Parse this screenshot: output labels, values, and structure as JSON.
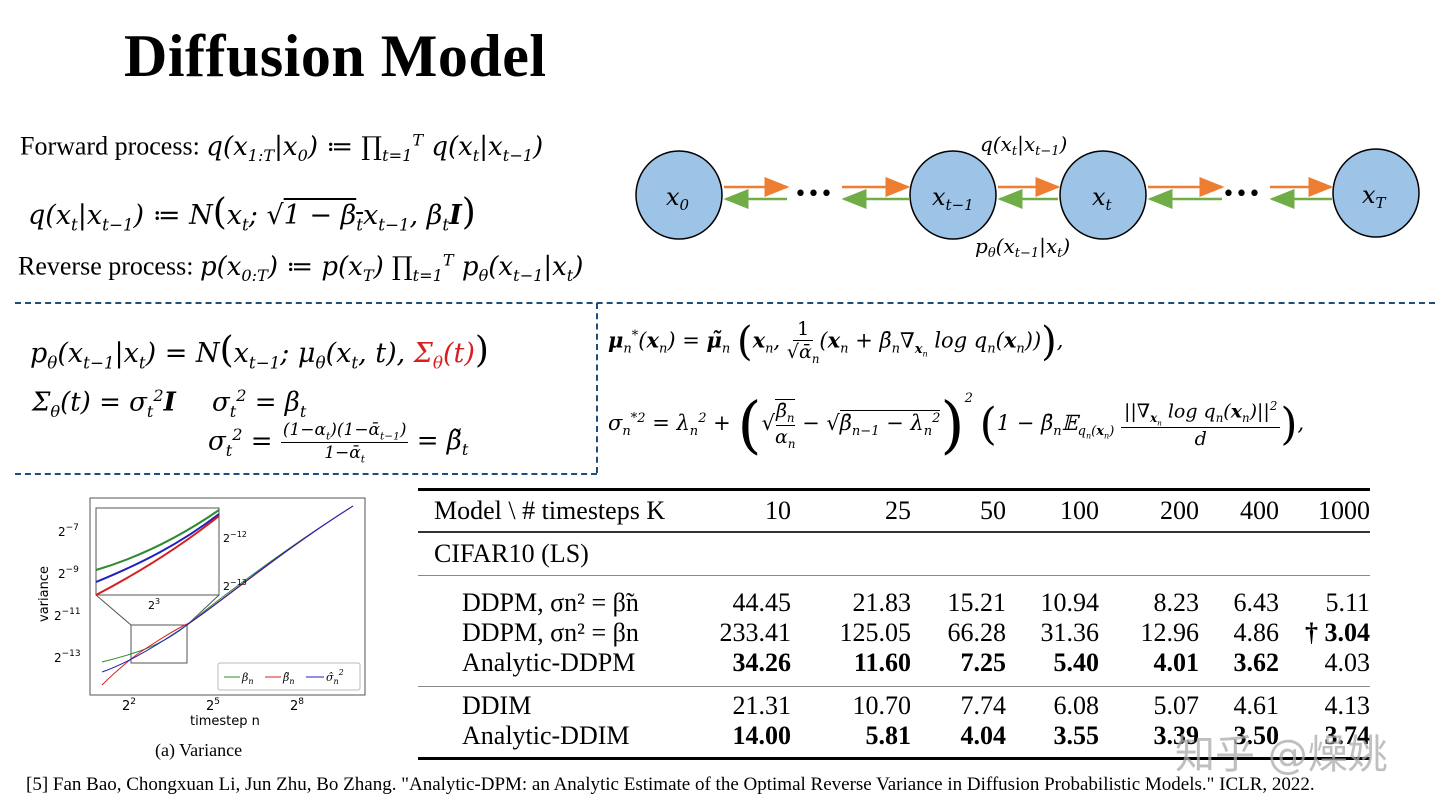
{
  "slide": {
    "title": "Diffusion Model",
    "forward": {
      "label": "Forward process:",
      "formula": "q(x1:T|x0) := ∏_{t=1}^{T} q(xt|xt−1)"
    },
    "transition": {
      "formula": "q(xt|xt−1) := N(xt; √(1−βt) xt−1, βt I)"
    },
    "reverse": {
      "label": "Reverse process:",
      "formula": "p(x0:T) := p(xT) ∏_{t=1}^{T} pθ(xt−1|xt)"
    },
    "chain_diagram": {
      "nodes": [
        "x0",
        "xt−1",
        "xt",
        "xT"
      ],
      "ellipsis": "•••",
      "forward_label": "q(xt|xt−1)",
      "reverse_label": "pθ(xt−1|xt)",
      "node_fill": "#9dc3e6",
      "forward_arrow_color": "#ed7d31",
      "reverse_arrow_color": "#70ad47"
    },
    "reverse_box": {
      "line1": "pθ(xt−1|xt) = N(xt−1; μθ(xt,t), Σθ(t))",
      "highlight": "Σθ(t)",
      "highlight_color": "#d62020",
      "line2_left": "Σθ(t) = σt² I",
      "line2_right": "σt² = βt",
      "line3": "σt² = (1−αt)(1−ᾱt−1) / (1−ᾱt) = β̃t"
    },
    "analytic_box": {
      "mu": "μn*(xn) = μ̃n( xn, 1/√ᾱn (xn + β̄n ∇xn log qn(xn)) ),",
      "sigma": "σn*² = λn² + ( √(β̄n/αn) − √(β̄n−1 − λn²) )² ( 1 − β̄n E_qn(xn) ||∇xn log qn(xn)||² / d ),"
    },
    "dash_color": "#1f4e79",
    "figure_caption": "(a) Variance",
    "table": {
      "header": [
        "Model \\ # timesteps K",
        "10",
        "25",
        "50",
        "100",
        "200",
        "400",
        "1000"
      ],
      "section": "CIFAR10 (LS)",
      "groups": [
        [
          {
            "name": "DDPM, σn² = β̃n",
            "values": [
              "44.45",
              "21.83",
              "15.21",
              "10.94",
              "8.23",
              "6.43",
              "5.11"
            ],
            "bold": []
          },
          {
            "name": "DDPM, σn² = βn",
            "values": [
              "233.41",
              "125.05",
              "66.28",
              "31.36",
              "12.96",
              "4.86",
              "3.04"
            ],
            "bold": [
              6
            ],
            "dagger_col": 6
          },
          {
            "name": "Analytic-DDPM",
            "values": [
              "34.26",
              "11.60",
              "7.25",
              "5.40",
              "4.01",
              "3.62",
              "4.03"
            ],
            "bold": [
              0,
              1,
              2,
              3,
              4,
              5
            ]
          }
        ],
        [
          {
            "name": "DDIM",
            "values": [
              "21.31",
              "10.70",
              "7.74",
              "6.08",
              "5.07",
              "4.61",
              "4.13"
            ],
            "bold": []
          },
          {
            "name": "Analytic-DDIM",
            "values": [
              "14.00",
              "5.81",
              "4.04",
              "3.55",
              "3.39",
              "3.50",
              "3.74"
            ],
            "bold": [
              0,
              1,
              2,
              3,
              4,
              5,
              6
            ]
          }
        ]
      ]
    },
    "footer": "[5] Fan Bao, Chongxuan Li, Jun Zhu, Bo Zhang. \"Analytic-DPM: an Analytic Estimate of the Optimal Reverse Variance in Diffusion Probabilistic Models.\" ICLR, 2022.",
    "watermark": "知乎 @燥姚"
  },
  "chart_data": {
    "type": "line",
    "title": "(a) Variance",
    "xlabel": "timestep n",
    "ylabel": "variance",
    "x_scale": "log2",
    "y_scale": "log2",
    "xticks": [
      "2^2",
      "2^5",
      "2^8"
    ],
    "yticks": [
      "2^-13",
      "2^-11",
      "2^-9",
      "2^-7"
    ],
    "inset": {
      "xticks": [
        "2^3"
      ],
      "yticks": [
        "2^-13",
        "2^-12"
      ]
    },
    "legend": [
      "βn",
      "β̃n",
      "σ̂n²"
    ],
    "legend_position": "lower right",
    "series": [
      {
        "name": "βn",
        "color": "#2e8b2e",
        "x_log2": [
          1.5,
          2,
          3,
          4,
          5,
          6,
          7,
          8,
          9,
          10
        ],
        "y_log2": [
          -13.1,
          -12.9,
          -12.2,
          -11.3,
          -10.4,
          -9.4,
          -8.3,
          -7.2,
          -6.0,
          -4.9
        ]
      },
      {
        "name": "β̃n",
        "color": "#d62020",
        "x_log2": [
          1.5,
          2,
          3,
          4,
          5,
          6,
          7,
          8,
          9,
          10
        ],
        "y_log2": [
          -14.2,
          -13.4,
          -12.6,
          -11.5,
          -10.5,
          -9.4,
          -8.3,
          -7.2,
          -6.0,
          -4.9
        ]
      },
      {
        "name": "σ̂n²",
        "color": "#2020c0",
        "x_log2": [
          1.5,
          2,
          3,
          4,
          5,
          6,
          7,
          8,
          9,
          10
        ],
        "y_log2": [
          -13.6,
          -13.2,
          -12.5,
          -11.5,
          -10.5,
          -9.4,
          -8.3,
          -7.2,
          -6.0,
          -4.9
        ]
      }
    ]
  }
}
